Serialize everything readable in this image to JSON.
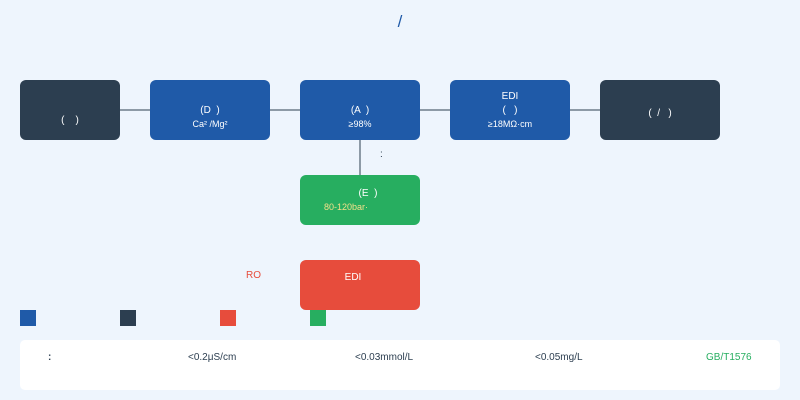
{
  "title": "/",
  "flow": {
    "stage1": {
      "label": "(    )"
    },
    "stage2": {
      "label": "(D  )",
      "sub": "Ca² /Mg²"
    },
    "stage3": {
      "label": "(A  )",
      "sub": "≥98%"
    },
    "stage4": {
      "label": "EDI",
      "label2": "(   )",
      "sub": "≥18MΩ·cm"
    },
    "stage5": {
      "label": "(  /   )"
    },
    "branch_note": ":",
    "stage6": {
      "label": "(E  )",
      "sub": "80-120bar·"
    },
    "alarm_note": "RO",
    "stage7": {
      "label": "EDI"
    }
  },
  "spec_bar": {
    "label": ":",
    "items": [
      "<0.2μS/cm",
      "<0.03mmol/L",
      "<0.05mg/L"
    ],
    "standard": "GB/T1576"
  },
  "colors": {
    "dark": "#2c3e50",
    "blue": "#1f5aa8",
    "green": "#27ae60",
    "red": "#e74c3c",
    "highlight": "#f1e08a"
  }
}
